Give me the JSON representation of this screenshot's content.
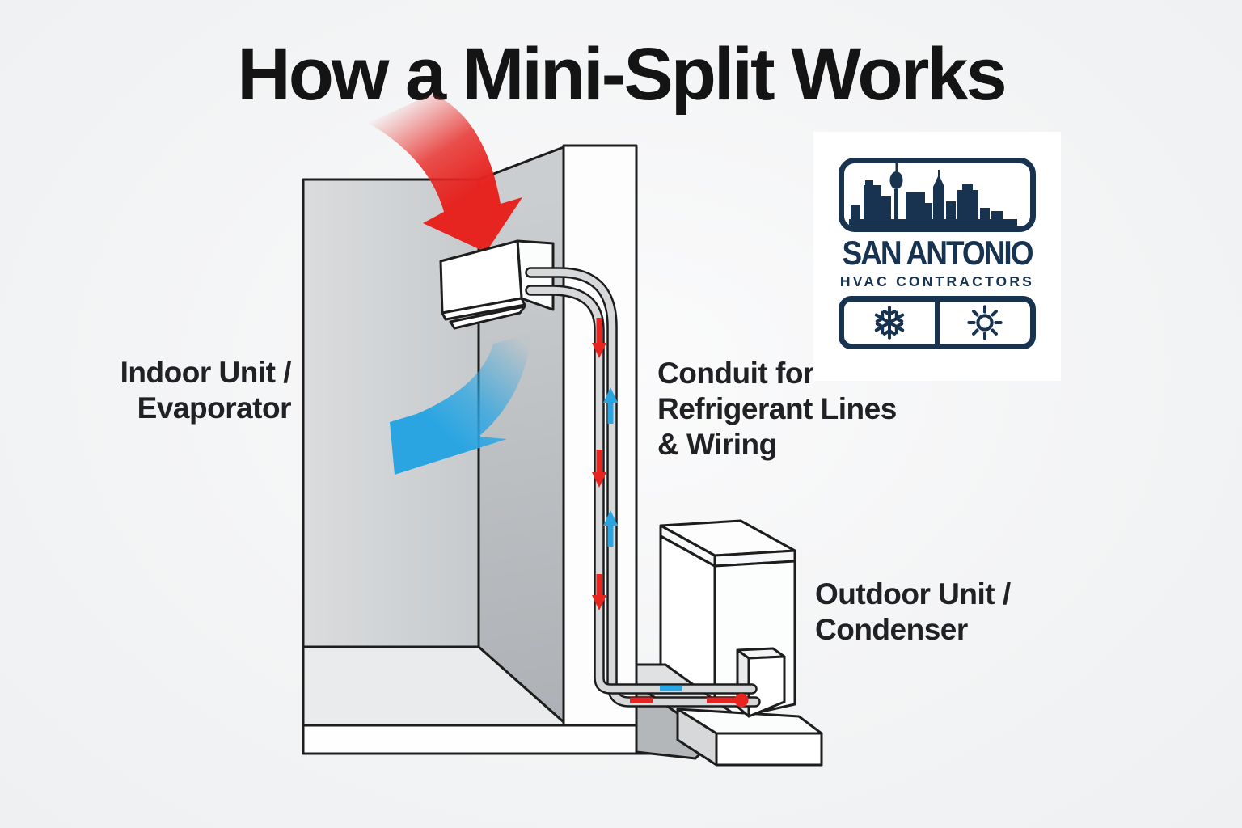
{
  "title": "How a Mini-Split Works",
  "diagram": {
    "labels": {
      "indoor_unit": [
        "Indoor Unit /",
        "Evaporator"
      ],
      "conduit": [
        "Conduit for",
        "Refrigerant Lines",
        "& Wiring"
      ],
      "outdoor_unit": [
        "Outdoor Unit /",
        "Condenser"
      ]
    }
  },
  "logo": {
    "name": "SAN ANTONIO",
    "subtitle": "HVAC CONTRACTORS",
    "icons": [
      "snowflake-icon",
      "sun-icon"
    ]
  },
  "colors": {
    "background": "#f3f4f5",
    "title_text": "#141414",
    "label_text": "#202124",
    "brand_navy": "#17334f",
    "hot_red": "#e62420",
    "cool_blue": "#2aa5e2",
    "wall_gray": "#d5d7d9",
    "wall_gray_dark": "#b4b7ba",
    "conduit_gray": "#d6d8da",
    "outline": "#1d1d1d"
  }
}
